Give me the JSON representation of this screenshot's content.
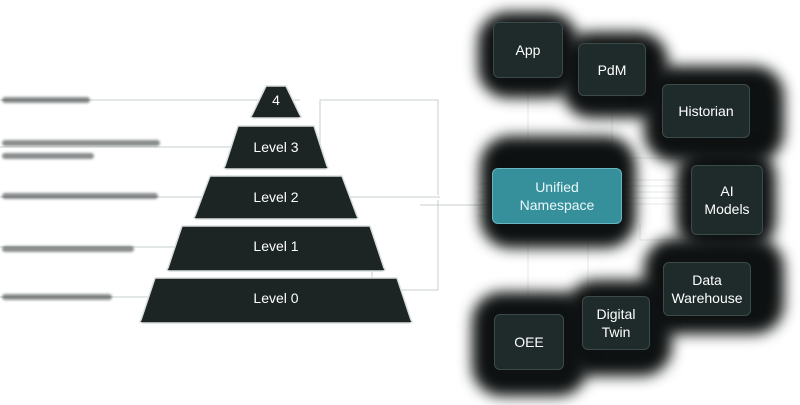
{
  "pyramid": {
    "levels": [
      {
        "id": "level4",
        "label": "4"
      },
      {
        "id": "level3",
        "label": "Level 3"
      },
      {
        "id": "level2",
        "label": "Level 2"
      },
      {
        "id": "level1",
        "label": "Level 1"
      },
      {
        "id": "level0",
        "label": "Level 0"
      }
    ],
    "fill": "#1c2424",
    "stroke": "#d9dede"
  },
  "hub": {
    "label": "Unified\nNamespace",
    "fill": "#36909c"
  },
  "nodes": [
    {
      "id": "app",
      "label": "App"
    },
    {
      "id": "pdm",
      "label": "PdM"
    },
    {
      "id": "historian",
      "label": "Historian"
    },
    {
      "id": "ai-models",
      "label": "AI\nModels"
    },
    {
      "id": "data-warehouse",
      "label": "Data\nWarehouse"
    },
    {
      "id": "digital-twin",
      "label": "Digital\nTwin"
    },
    {
      "id": "oee",
      "label": "OEE"
    }
  ],
  "colors": {
    "line": "#c9cfcf",
    "accent": "#36909c",
    "dark": "#1f2b2b"
  }
}
